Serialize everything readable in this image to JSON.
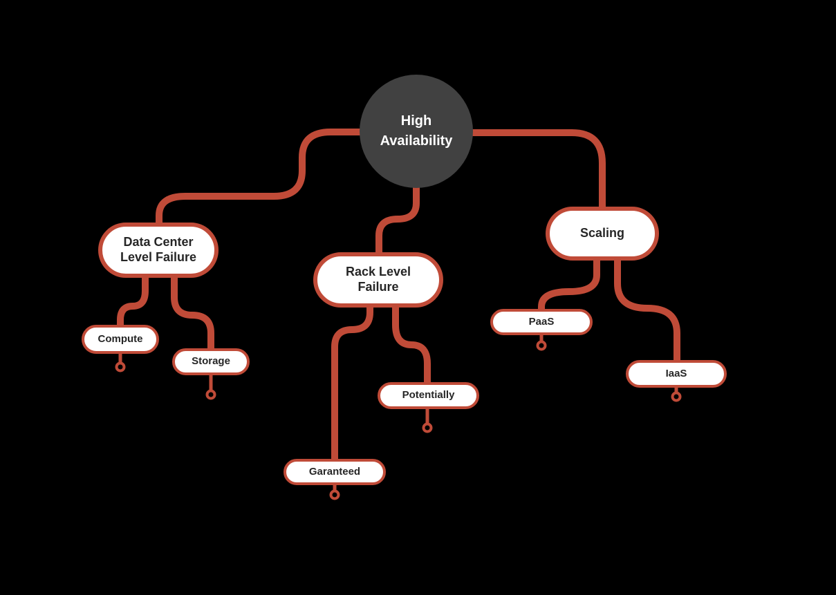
{
  "colors": {
    "background": "#000000",
    "accent": "#c04b38",
    "root_fill": "#414141",
    "root_text": "#ffffff",
    "node_fill": "#ffffff",
    "node_text": "#262626"
  },
  "mindmap": {
    "root": {
      "label": "High\nAvailability"
    },
    "branches": [
      {
        "label": "Data Center\nLevel Failure",
        "children": [
          {
            "label": "Compute"
          },
          {
            "label": "Storage"
          }
        ]
      },
      {
        "label": "Rack Level\nFailure",
        "children": [
          {
            "label": "Garanteed"
          },
          {
            "label": "Potentially"
          }
        ]
      },
      {
        "label": "Scaling",
        "children": [
          {
            "label": "PaaS"
          },
          {
            "label": "IaaS"
          }
        ]
      }
    ]
  }
}
